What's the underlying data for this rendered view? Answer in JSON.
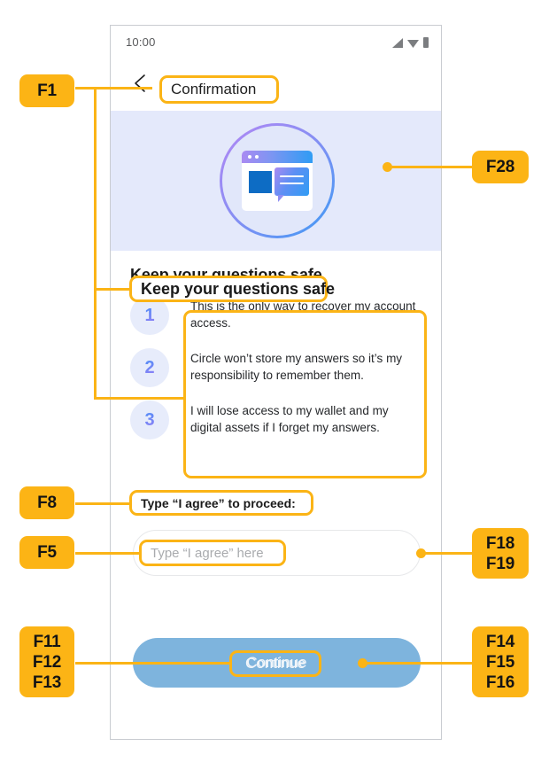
{
  "statusbar": {
    "time": "10:00",
    "icons": [
      "signal-icon",
      "wifi-icon",
      "battery-icon"
    ]
  },
  "navbar": {
    "back_icon": "back-arrow-icon",
    "title": "Confirmation"
  },
  "hero": {
    "illustration": "browser-chat-illustration",
    "background": "#e4e9fb",
    "ring_gradient_from": "#b388f5",
    "ring_gradient_to": "#3d9bf5"
  },
  "content": {
    "heading": "Keep your questions safe",
    "items": [
      {
        "number": "1",
        "text": "This is the only way to recover my account access."
      },
      {
        "number": "2",
        "text": "Circle won’t store my answers so it’s my responsibility to remember them."
      },
      {
        "number": "3",
        "text": "I will lose access to my wallet and my digital assets if I forget my answers."
      }
    ]
  },
  "form": {
    "agree_label": "Type “I agree” to proceed:",
    "input_value": "",
    "input_placeholder": "Type “I agree” here",
    "submit_label": "Continue",
    "submit_color": "#7eb4dd"
  },
  "annotations": {
    "accent": "#fcb415",
    "badges": [
      {
        "id": "F1",
        "lines": [
          "F1"
        ]
      },
      {
        "id": "F28",
        "lines": [
          "F28"
        ]
      },
      {
        "id": "F8",
        "lines": [
          "F8"
        ]
      },
      {
        "id": "F5",
        "lines": [
          "F5"
        ]
      },
      {
        "id": "F18",
        "lines": [
          "F18",
          "F19"
        ]
      },
      {
        "id": "F11",
        "lines": [
          "F11",
          "F12",
          "F13"
        ]
      },
      {
        "id": "F14",
        "lines": [
          "F14",
          "F15",
          "F16"
        ]
      }
    ],
    "callouts": [
      {
        "id": "nav-title",
        "text": "Confirmation"
      },
      {
        "id": "heading",
        "text": "Keep your questions safe"
      },
      {
        "id": "agree-label",
        "text": "Type “I agree” to proceed:"
      },
      {
        "id": "placeholder",
        "text": "Type “I agree” here"
      },
      {
        "id": "cta",
        "text": "Continue"
      }
    ]
  }
}
